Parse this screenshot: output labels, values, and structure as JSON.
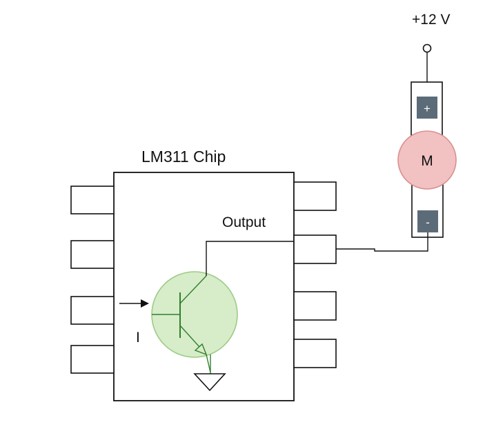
{
  "labels": {
    "supply": "+12 V",
    "chip": "LM311 Chip",
    "output": "Output",
    "motor": "M",
    "plus": "+",
    "minus": "-",
    "input_current": "I"
  },
  "colors": {
    "transistor_fill": "#d7ecc9",
    "transistor_stroke": "#9bcc86",
    "transistor_lead": "#2f7f2a",
    "motor_fill": "#f2c1c1",
    "motor_stroke": "#d98f8f",
    "terminal_fill": "#5c6b78",
    "ground_stroke": "#2f7f2a"
  }
}
